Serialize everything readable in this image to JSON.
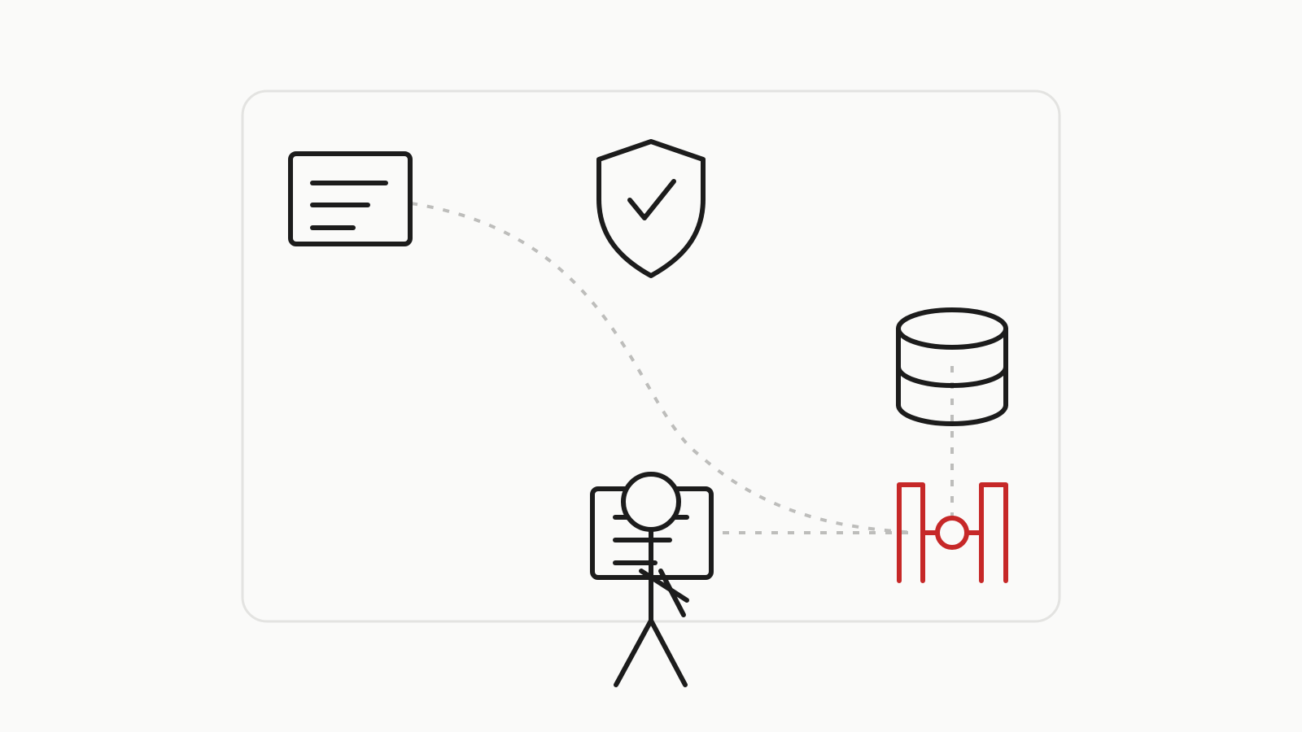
{
  "colors": {
    "background": "#fafaf9",
    "frame": "#e3e3e1",
    "ink": "#1c1c1c",
    "accent": "#c62828",
    "connector": "#bdbdbb"
  },
  "nodes": [
    {
      "id": "document",
      "icon": "document-card-icon"
    },
    {
      "id": "shield",
      "icon": "shield-check-icon"
    },
    {
      "id": "database",
      "icon": "database-icon"
    },
    {
      "id": "person-with-screen",
      "icon": "stick-figure-with-screen-icon"
    },
    {
      "id": "gate",
      "icon": "red-gate-connector-icon",
      "color": "#c62828"
    }
  ],
  "connections": [
    {
      "from": "document",
      "to": "gate",
      "style": "dashed-curve"
    },
    {
      "from": "person-with-screen",
      "to": "gate",
      "style": "dashed-straight"
    },
    {
      "from": "database",
      "to": "gate",
      "style": "dashed-straight"
    }
  ]
}
